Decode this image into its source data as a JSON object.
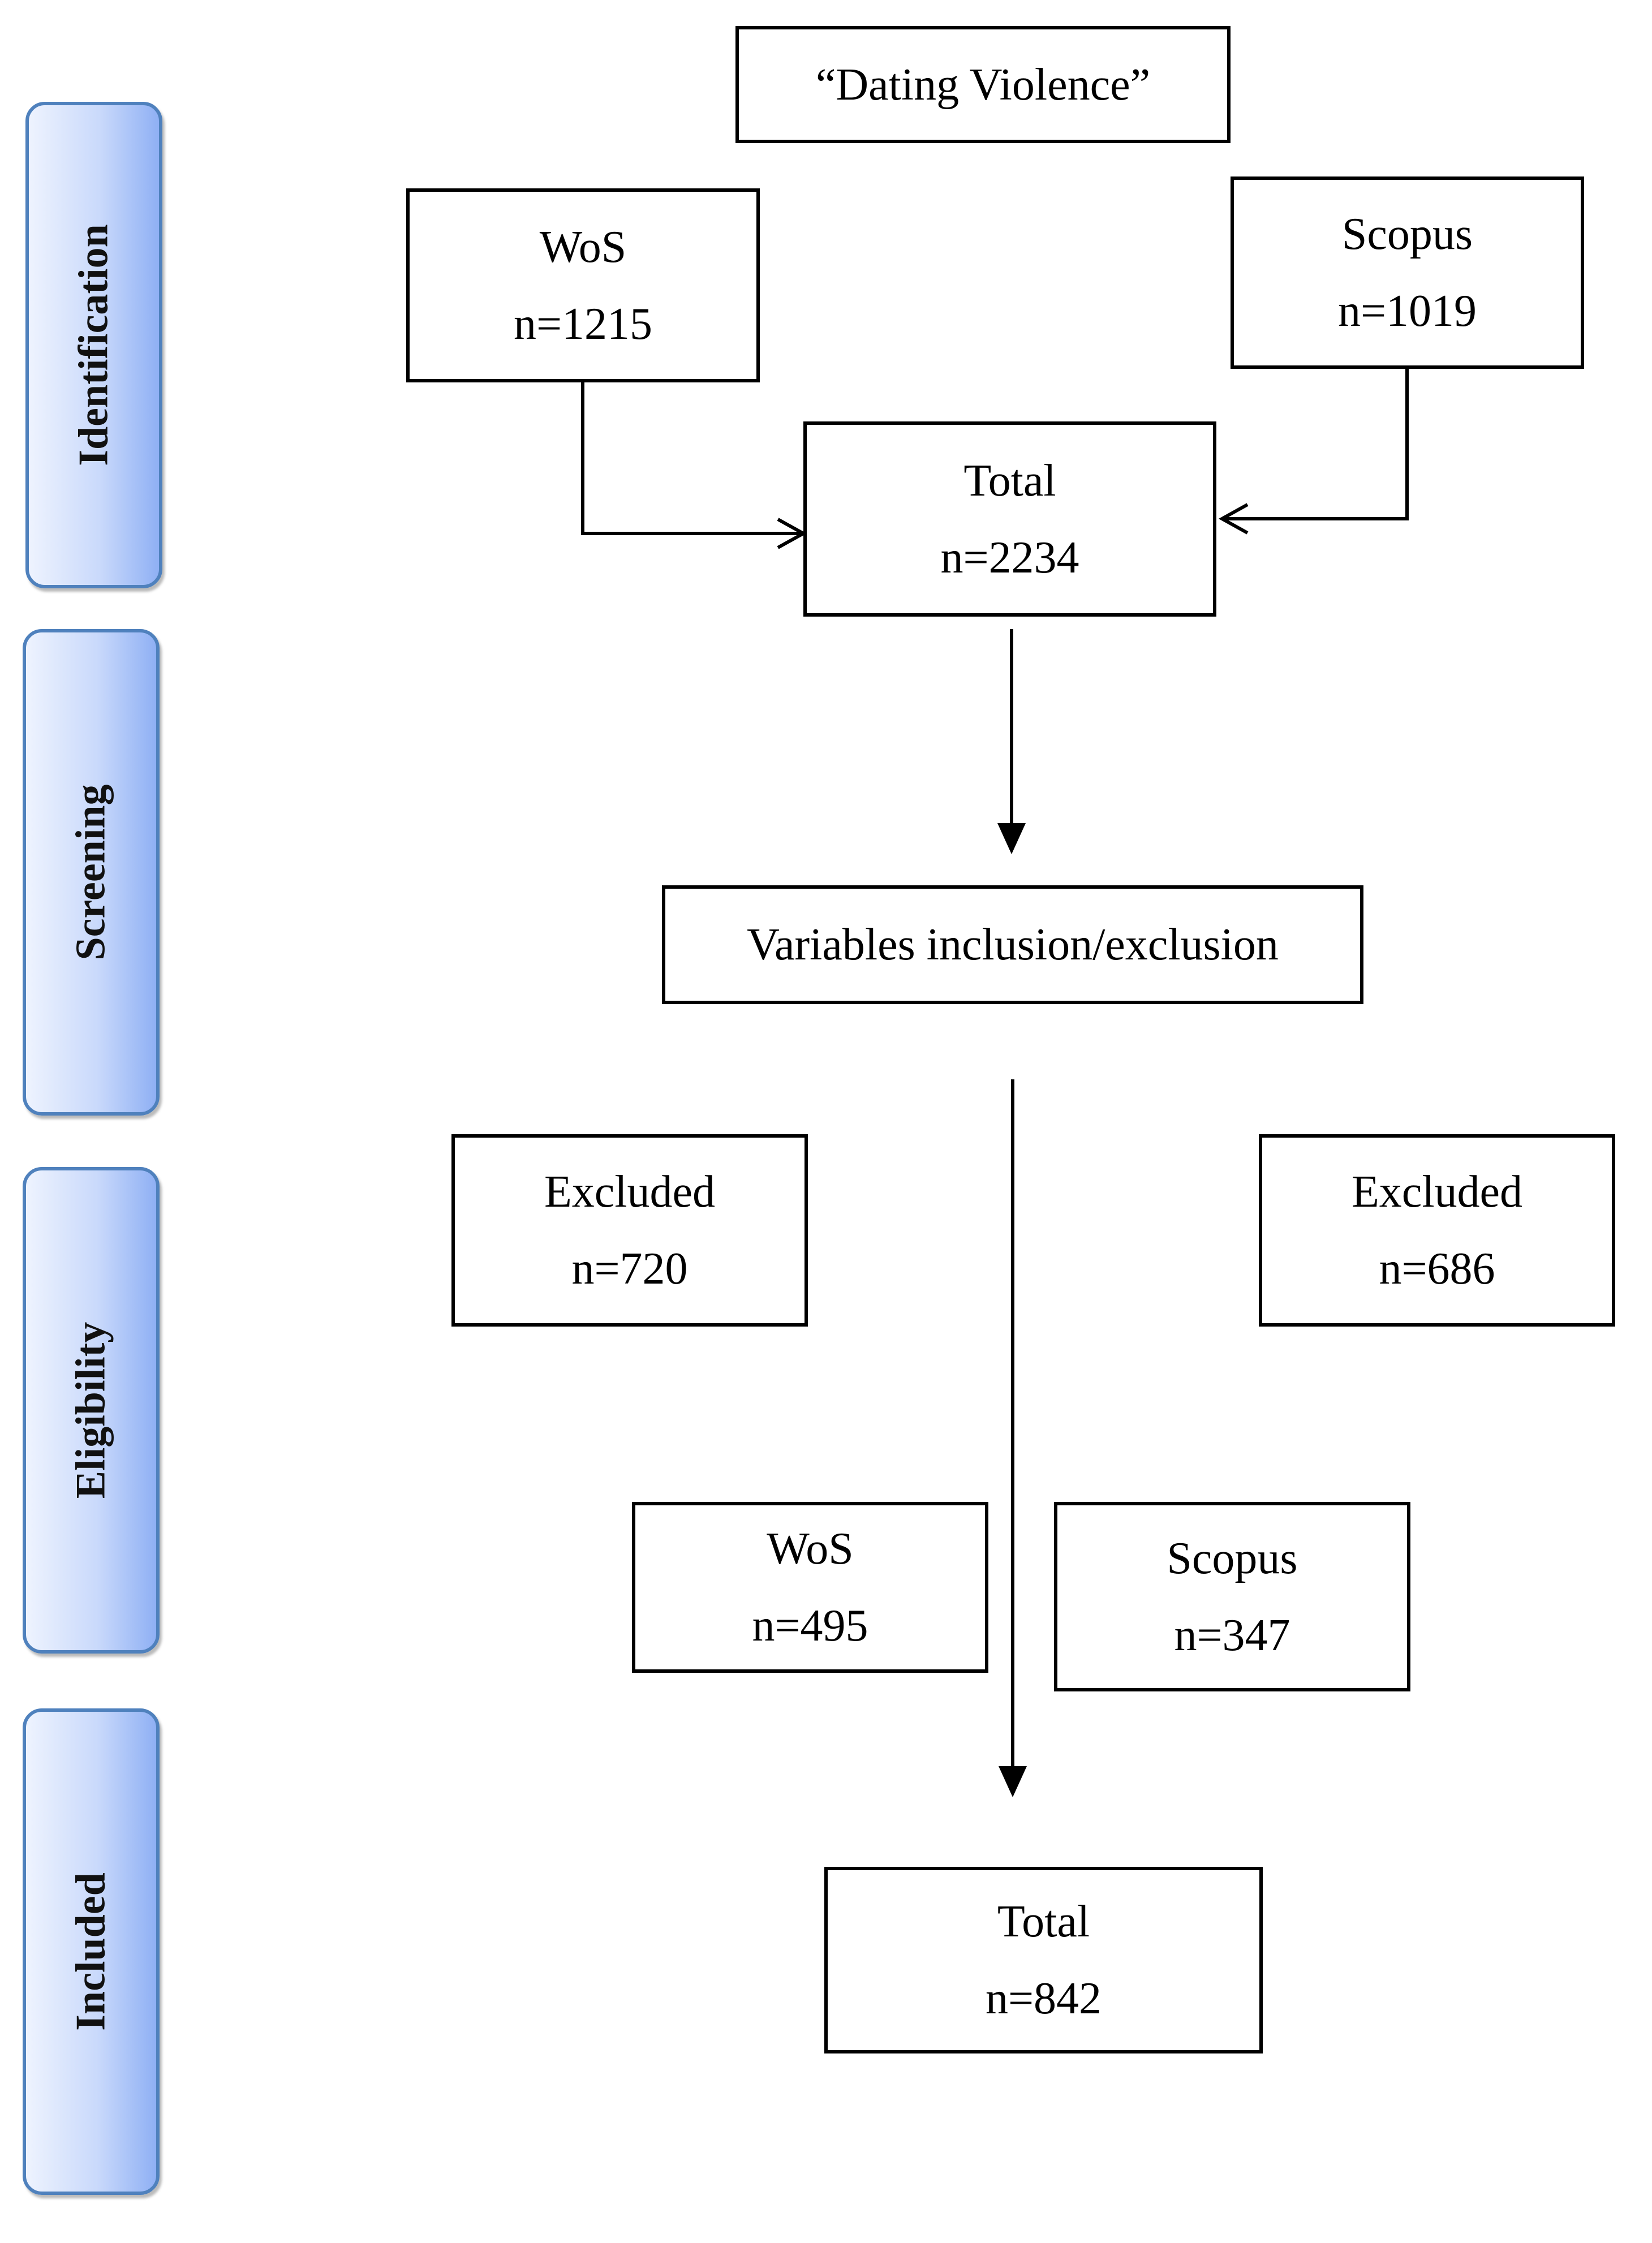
{
  "stages": [
    {
      "id": "identification",
      "label": "Identification"
    },
    {
      "id": "screening",
      "label": "Screening"
    },
    {
      "id": "eligibility",
      "label": "Eligibility"
    },
    {
      "id": "included",
      "label": "Included"
    }
  ],
  "search_term": "“Dating Violence”",
  "identification": {
    "wos": {
      "name": "WoS",
      "count": "n=1215"
    },
    "scopus": {
      "name": "Scopus",
      "count": "n=1019"
    },
    "total": {
      "name": "Total",
      "count": "n=2234"
    }
  },
  "screening": {
    "label": "Variables inclusion/exclusion"
  },
  "eligibility": {
    "excluded_wos": {
      "name": "Excluded",
      "count": "n=720"
    },
    "excluded_scopus": {
      "name": "Excluded",
      "count": "n=686"
    },
    "wos": {
      "name": "WoS",
      "count": "n=495"
    },
    "scopus": {
      "name": "Scopus",
      "count": "n=347"
    }
  },
  "included": {
    "total": {
      "name": "Total",
      "count": "n=842"
    }
  },
  "colors": {
    "stage_border": "#4f81bd",
    "stage_fill_light": "#eef3fe",
    "stage_fill_dark": "#8fb0f4",
    "line": "#000000"
  }
}
